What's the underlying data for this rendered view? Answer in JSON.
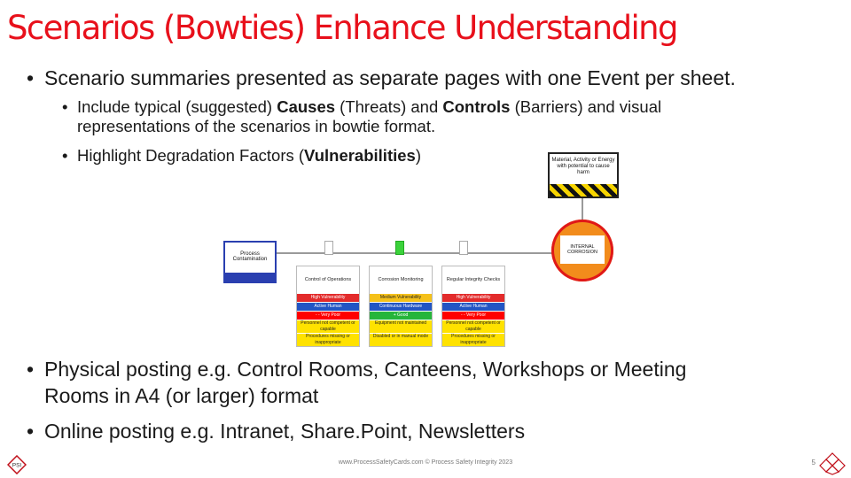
{
  "title": "Scenarios (Bowties) Enhance Understanding",
  "bullets": {
    "b1": "Scenario summaries presented as separate pages with one Event per sheet.",
    "b2_a": "Include typical (suggested) ",
    "b2_causes": "Causes",
    "b2_b": " (Threats) and ",
    "b2_controls": "Controls",
    "b2_c": " (Barriers) and visual",
    "b2_d": "representations of the scenarios in bowtie format.",
    "b3_a": "Highlight Degradation Factors (",
    "b3_vuln": "Vulnerabilities",
    "b3_b": ")",
    "b4_a": "Physical posting e.g. Control Rooms, Canteens, Workshops or Meeting",
    "b4_b": "Rooms in A4 (or larger) format",
    "b5": "Online posting e.g. Intranet, Share.Point, Newsletters",
    "marker": "•"
  },
  "diagram": {
    "threat": "Process Contamination",
    "hazard": "Material, Activity or Energy with potential to cause harm",
    "event": "INTERNAL CORROSION",
    "barriers": [
      {
        "name": "Control of Operations",
        "r1": "High Vulnerability",
        "r2": "Active Human",
        "r3": "- - Very Poor",
        "r4": "Personnel not competent or capable",
        "r5": "Procedures missing or inappropriate"
      },
      {
        "name": "Corrosion Monitoring",
        "r1": "Medium Vulnerability",
        "r2": "Continuous Hardware",
        "r3": "+ Good",
        "r4": "Equipment not maintained",
        "r5": "Disabled or in manual mode"
      },
      {
        "name": "Regular Integrity Checks",
        "r1": "High Vulnerability",
        "r2": "Active Human",
        "r3": "- - Very Poor",
        "r4": "Personnel not competent or capable",
        "r5": "Procedures missing or inappropriate"
      }
    ]
  },
  "footer": {
    "text": "www.ProcessSafetyCards.com © Process Safety Integrity 2023",
    "page": "5",
    "logo_left": "PSI"
  },
  "colors": {
    "title": "#e8101b",
    "event": "#f28c1c",
    "threat": "#2a3fb0"
  }
}
